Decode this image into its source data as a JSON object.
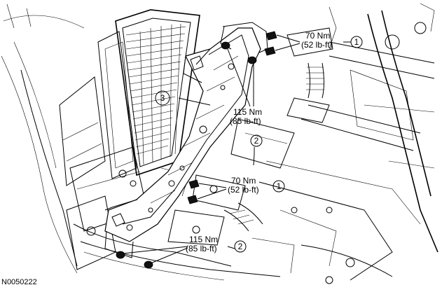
{
  "figure_id": "N0050222",
  "callouts": [
    {
      "number": "1",
      "torque_nm": "70 Nm",
      "torque_lbft": "(52 lb-ft)"
    },
    {
      "number": "2",
      "torque_nm": "115 Nm",
      "torque_lbft": "(85 lb-ft)"
    },
    {
      "number": "3"
    },
    {
      "number": "1",
      "torque_nm": "70 Nm",
      "torque_lbft": "(52 lb-ft)"
    },
    {
      "number": "2",
      "torque_nm": "115 Nm",
      "torque_lbft": "(85 lb-ft)"
    }
  ],
  "colors": {
    "line": "#000000",
    "background": "#ffffff"
  }
}
